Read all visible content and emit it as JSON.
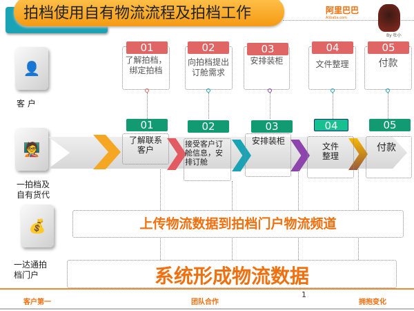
{
  "header": {
    "title": "拍档使用自有物流流程及拍档工作",
    "logo_text": "阿里巴巴",
    "logo_sub": "Alibaba.com",
    "author": "By 杜小"
  },
  "roles": [
    {
      "label": "客 户",
      "icon": "person-icon"
    },
    {
      "label": "一拍档及自有货代",
      "icon": "presenter-icon"
    },
    {
      "label": "一达通拍档门户",
      "icon": "money-bags-icon"
    }
  ],
  "customer_steps": [
    {
      "num": "01",
      "text": "了解拍档，绑定拍档"
    },
    {
      "num": "02",
      "text": "向拍档提出订舱需求"
    },
    {
      "num": "03",
      "text": "安排装柜"
    },
    {
      "num": "04",
      "text": "文件整理"
    },
    {
      "num": "05",
      "text": "付款"
    }
  ],
  "partner_steps": [
    {
      "num": "01",
      "text": "了解联系客户"
    },
    {
      "num": "02",
      "text": "接受客户订舱信息，安排订舱"
    },
    {
      "num": "03",
      "text": "安排装柜"
    },
    {
      "num": "04",
      "text": "文件整理"
    },
    {
      "num": "05",
      "text": "付款"
    }
  ],
  "portal": {
    "upload": "上传物流数据到拍档门户物流频道",
    "system": "系统形成物流数据"
  },
  "footer": {
    "left": "客户第一",
    "center": "团队合作",
    "page": "1",
    "right": "拥抱变化"
  },
  "colors": {
    "accent": "#f07010",
    "chevrons": [
      "#f5a623",
      "#e25a62",
      "#1aa3b5",
      "#8e44ad",
      "#d9a020"
    ]
  }
}
